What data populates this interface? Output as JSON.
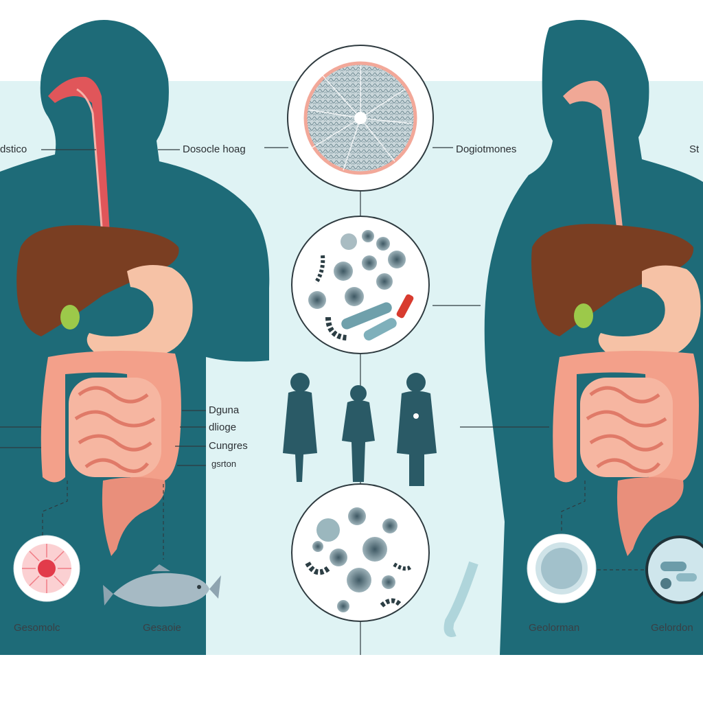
{
  "labels": {
    "left_top": "dstico",
    "center_left_top": "Dosocle hoag",
    "center_right_top": "Dogiotmones",
    "right_top": "St",
    "mid_1": "Dguna",
    "mid_2": "dlioge",
    "mid_3": "Cungres",
    "mid_4": "gsrton"
  },
  "captions": {
    "left_1": "Gesomolc",
    "left_2": "Gesaoie",
    "right_1": "Geolorman",
    "right_2": "Gelordon"
  },
  "colors": {
    "background": "#ffffff",
    "panel": "#dff3f4",
    "silhouette": "#1e6b78",
    "liver": "#7a3e22",
    "intestine": "#f3a08a",
    "intestine_dark": "#e07a68",
    "stomach": "#f6c2a6",
    "gallbladder": "#9cc94a",
    "esophagus": "#e0565a",
    "figure": "#2a5a66",
    "line": "#2e3a3f"
  }
}
